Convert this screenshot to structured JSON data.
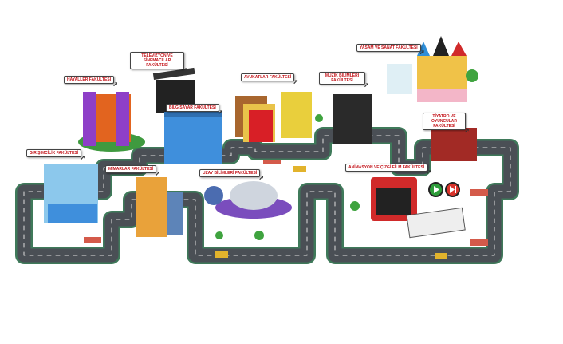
{
  "faculties": [
    {
      "id": "hayaller",
      "label": "HAYALLER FAKÜLTESİ"
    },
    {
      "id": "televizyon",
      "label": "TELEVİZYON VE SİNEMACILAR FAKÜLTESİ"
    },
    {
      "id": "bilgisayar",
      "label": "BİLGİSAYAR FAKÜLTESİ"
    },
    {
      "id": "avukatlar",
      "label": "AVUKATLAR FAKÜLTESİ"
    },
    {
      "id": "muzik",
      "label": "MÜZİK BİLİMLERİ FAKÜLTESİ"
    },
    {
      "id": "yasam",
      "label": "YAŞAM VE SANAT FAKÜLTESİ"
    },
    {
      "id": "tiyatro",
      "label": "TİYATRO VE OYUNCULAR FAKÜLTESİ"
    },
    {
      "id": "girisimcilik",
      "label": "GİRİŞİMCİLİK FAKÜLTESİ"
    },
    {
      "id": "mimarlar",
      "label": "MİMARLAR FAKÜLTESİ"
    },
    {
      "id": "uzay",
      "label": "UZAY BİLİMLERİ FAKÜLTESİ"
    },
    {
      "id": "animasyon",
      "label": "ANİMASYON VE ÇİZGİ FİLM FAKÜLTESİ"
    }
  ],
  "colors": {
    "road": "#4a4f55",
    "road_edge": "#3f7a5a",
    "label_text": "#c4161c",
    "play": "#2e9d3a",
    "record": "#d9342b"
  },
  "icons": {
    "cursor": "pointer-cursor-icon",
    "play": "play-icon",
    "next": "next-icon"
  }
}
